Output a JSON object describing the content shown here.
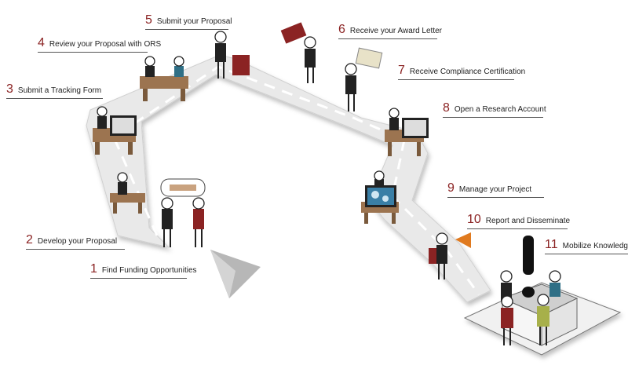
{
  "steps": [
    {
      "num": "1",
      "label": "Find Funding Opportunities"
    },
    {
      "num": "2",
      "label": "Develop your Proposal"
    },
    {
      "num": "3",
      "label": "Submit a Tracking Form"
    },
    {
      "num": "4",
      "label": "Review your Proposal with ORS"
    },
    {
      "num": "5",
      "label": "Submit your Proposal"
    },
    {
      "num": "6",
      "label": "Receive your Award Letter"
    },
    {
      "num": "7",
      "label": "Receive Compliance Certification"
    },
    {
      "num": "8",
      "label": "Open a Research Account"
    },
    {
      "num": "9",
      "label": "Manage your Project"
    },
    {
      "num": "10",
      "label": "Report and Disseminate"
    },
    {
      "num": "11",
      "label": "Mobilize Knowledge"
    }
  ],
  "colors": {
    "number": "#8b2323",
    "path": "#e6e6e6",
    "desk": "#9c7450",
    "shirt_dark": "#222222",
    "shirt_red": "#8b2323",
    "shirt_teal": "#2f6f86",
    "shirt_olive": "#a7b04a",
    "megaphone": "#e07a1f"
  }
}
